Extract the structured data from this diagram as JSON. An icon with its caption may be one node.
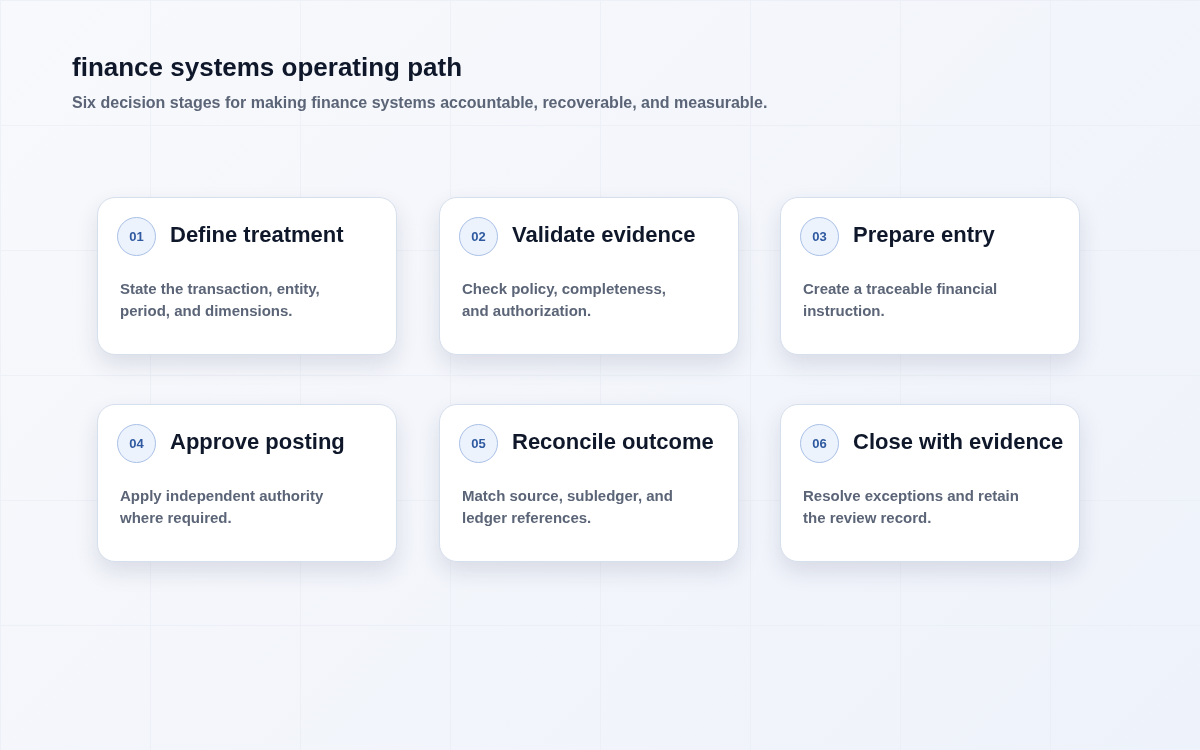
{
  "diagram": {
    "title": "finance systems operating path",
    "caption": "Six decision stages for making finance systems accountable, recoverable, and measurable.",
    "nodes": [
      {
        "text": [
          "Define treatment",
          "State the transaction, entity, period, and dimensions."
        ]
      },
      {
        "text": [
          "01"
        ],
        "in": 0
      },
      {
        "text": [
          "Validate evidence",
          "Check policy, completeness, and authorization."
        ]
      },
      {
        "text": [
          "02"
        ],
        "in": 2
      },
      {
        "text": [
          "Prepare entry",
          "Create a traceable financial instruction."
        ]
      },
      {
        "text": [
          "03"
        ],
        "in": 4
      },
      {
        "text": [
          "Approve posting",
          "Apply independent authority where required."
        ]
      },
      {
        "text": [
          "04"
        ],
        "in": 6
      },
      {
        "text": [
          "Reconcile outcome",
          "Match source, subledger, and ledger references."
        ]
      },
      {
        "text": [
          "05"
        ],
        "in": 8
      },
      {
        "text": [
          "Close with evidence",
          "Resolve exceptions and retain the review record."
        ]
      },
      {
        "text": [
          "06"
        ],
        "in": 10
      }
    ]
  }
}
